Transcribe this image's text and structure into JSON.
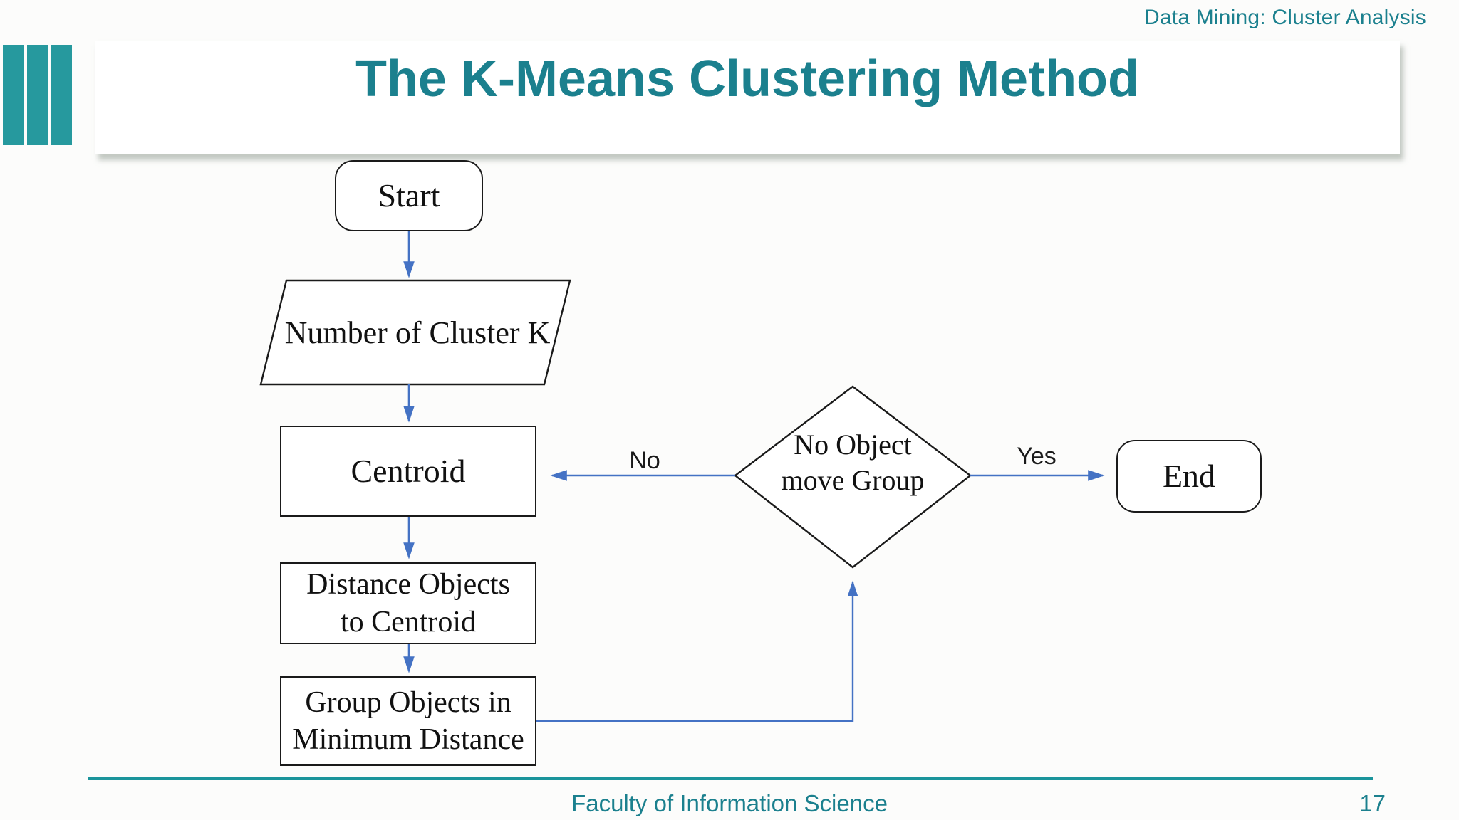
{
  "slide": {
    "header_note": "Data Mining: Cluster Analysis",
    "title": "The K-Means Clustering Method",
    "footer": "Faculty of Information Science",
    "page_number": "17"
  },
  "flowchart": {
    "nodes": [
      {
        "id": "start",
        "shape": "rounded",
        "label": "Start"
      },
      {
        "id": "number-of-cluster-k",
        "shape": "parallelogram",
        "label": "Number of Cluster K"
      },
      {
        "id": "centroid",
        "shape": "rect",
        "label": "Centroid"
      },
      {
        "id": "distance",
        "shape": "rect",
        "label": "Distance Objects to Centroid",
        "lines": [
          "Distance Objects",
          "to Centroid"
        ]
      },
      {
        "id": "group",
        "shape": "rect",
        "label": "Group Objects in Minimum Distance",
        "lines": [
          "Group Objects in",
          "Minimum Distance"
        ]
      },
      {
        "id": "decision",
        "shape": "diamond",
        "label": "No Object move Group",
        "lines": [
          "No Object",
          "move Group"
        ]
      },
      {
        "id": "end",
        "shape": "rounded",
        "label": "End"
      }
    ],
    "edges": [
      {
        "from": "start",
        "to": "number-of-cluster-k",
        "label": ""
      },
      {
        "from": "number-of-cluster-k",
        "to": "centroid",
        "label": ""
      },
      {
        "from": "centroid",
        "to": "distance",
        "label": ""
      },
      {
        "from": "distance",
        "to": "group",
        "label": ""
      },
      {
        "from": "group",
        "to": "decision",
        "label": ""
      },
      {
        "from": "decision",
        "to": "centroid",
        "label": "No"
      },
      {
        "from": "decision",
        "to": "end",
        "label": "Yes"
      }
    ]
  },
  "colors": {
    "accent_teal_text": "#1B808E",
    "logo_teal": "#26999E",
    "divider_teal": "#1A949B",
    "arrow_blue": "#4472C4",
    "shape_border": "#1A1A1A",
    "card_background": "#FFFFFF"
  }
}
